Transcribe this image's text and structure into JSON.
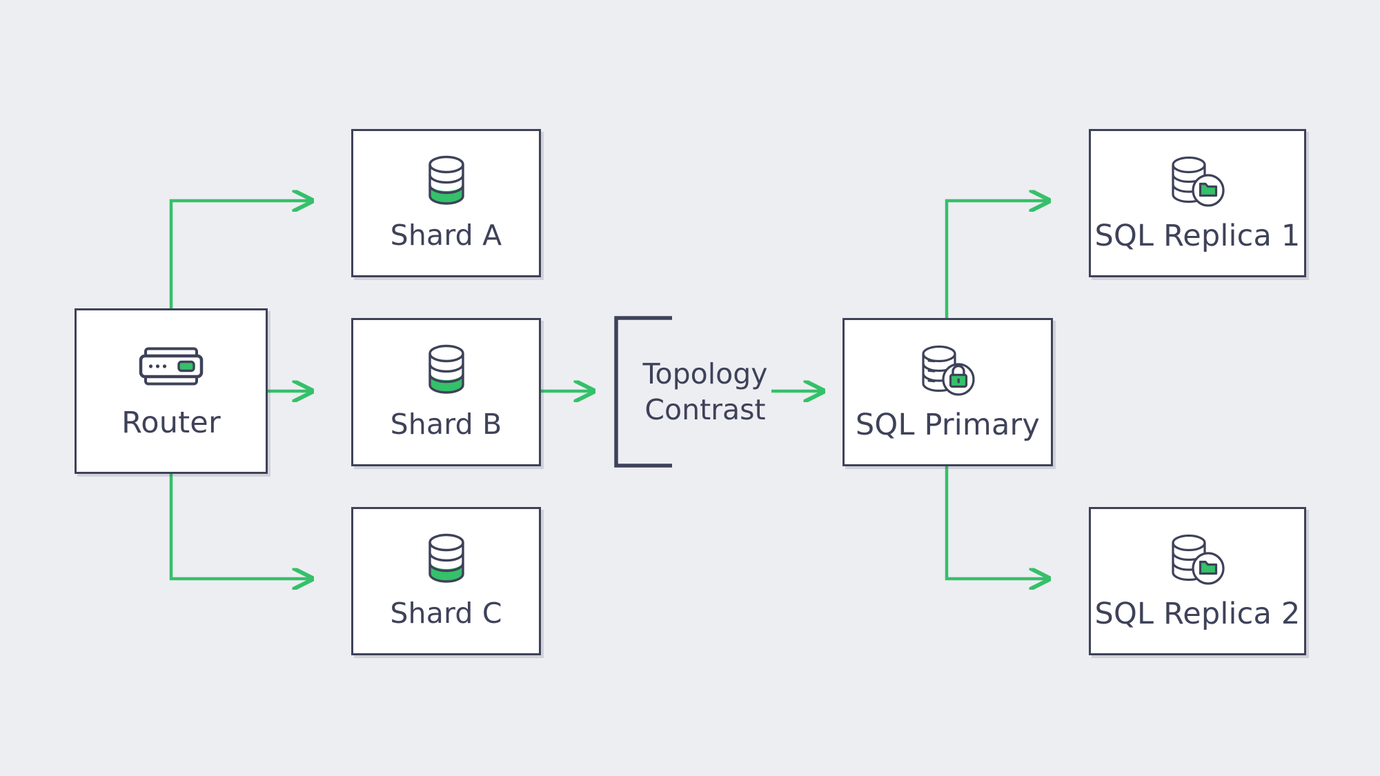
{
  "diagram": {
    "title": "Topology Contrast",
    "background_color": "#edeef2",
    "stroke_color": "#3e4259",
    "accent_color": "#35c06a",
    "node_fill": "#ffffff"
  },
  "nodes": {
    "router": {
      "label": "Router",
      "icon": "router-icon"
    },
    "shard_a": {
      "label": "Shard A",
      "icon": "database-icon"
    },
    "shard_b": {
      "label": "Shard B",
      "icon": "database-icon"
    },
    "shard_c": {
      "label": "Shard C",
      "icon": "database-icon"
    },
    "sql_primary": {
      "label": "SQL Primary",
      "icon": "database-lock-icon"
    },
    "replica_1": {
      "label": "SQL Replica 1",
      "icon": "database-folder-icon"
    },
    "replica_2": {
      "label": "SQL Replica 2",
      "icon": "database-folder-icon"
    }
  },
  "annotation": {
    "line_1": "Topology",
    "line_2": "Contrast"
  },
  "edges": [
    {
      "from": "router",
      "to": "shard_a",
      "style": "orthogonal-up-right",
      "color": "#35c06a"
    },
    {
      "from": "router",
      "to": "shard_b",
      "style": "straight-right",
      "color": "#35c06a"
    },
    {
      "from": "router",
      "to": "shard_c",
      "style": "orthogonal-down-right",
      "color": "#35c06a"
    },
    {
      "from": "shard_b",
      "to": "annotation",
      "style": "straight-right",
      "color": "#35c06a"
    },
    {
      "from": "annotation",
      "to": "sql_primary",
      "style": "straight-right",
      "color": "#35c06a"
    },
    {
      "from": "sql_primary",
      "to": "replica_1",
      "style": "orthogonal-up-right",
      "color": "#35c06a"
    },
    {
      "from": "sql_primary",
      "to": "replica_2",
      "style": "orthogonal-down-right",
      "color": "#35c06a"
    }
  ]
}
